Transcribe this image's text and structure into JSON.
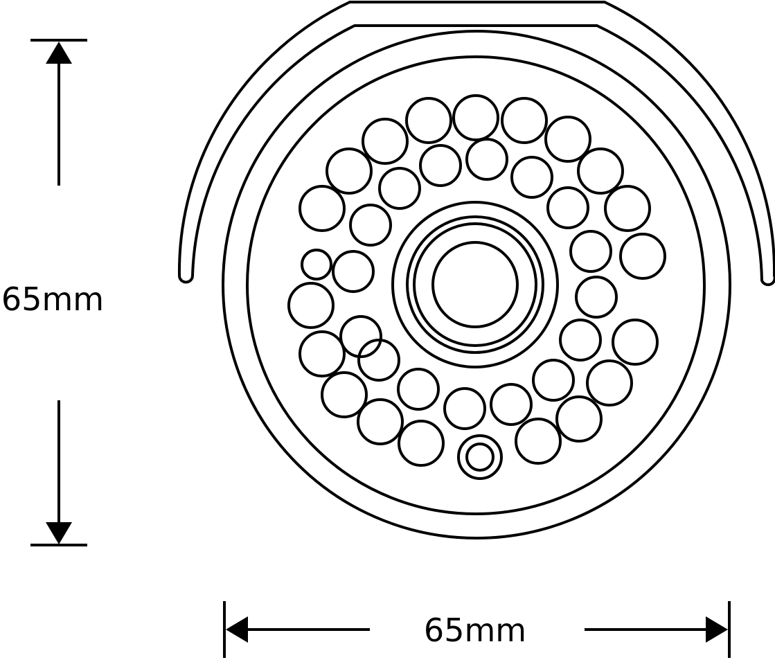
{
  "dimensions": {
    "height_label": "65mm",
    "width_label": "65mm"
  },
  "colors": {
    "stroke": "#000000",
    "background": "#ffffff"
  },
  "components": {
    "sun_shield": "sun-shield-hood",
    "housing": "camera-housing-ring",
    "lens": "central-lens",
    "ir_leds": "infrared-led-array",
    "sensor": "light-sensor"
  }
}
